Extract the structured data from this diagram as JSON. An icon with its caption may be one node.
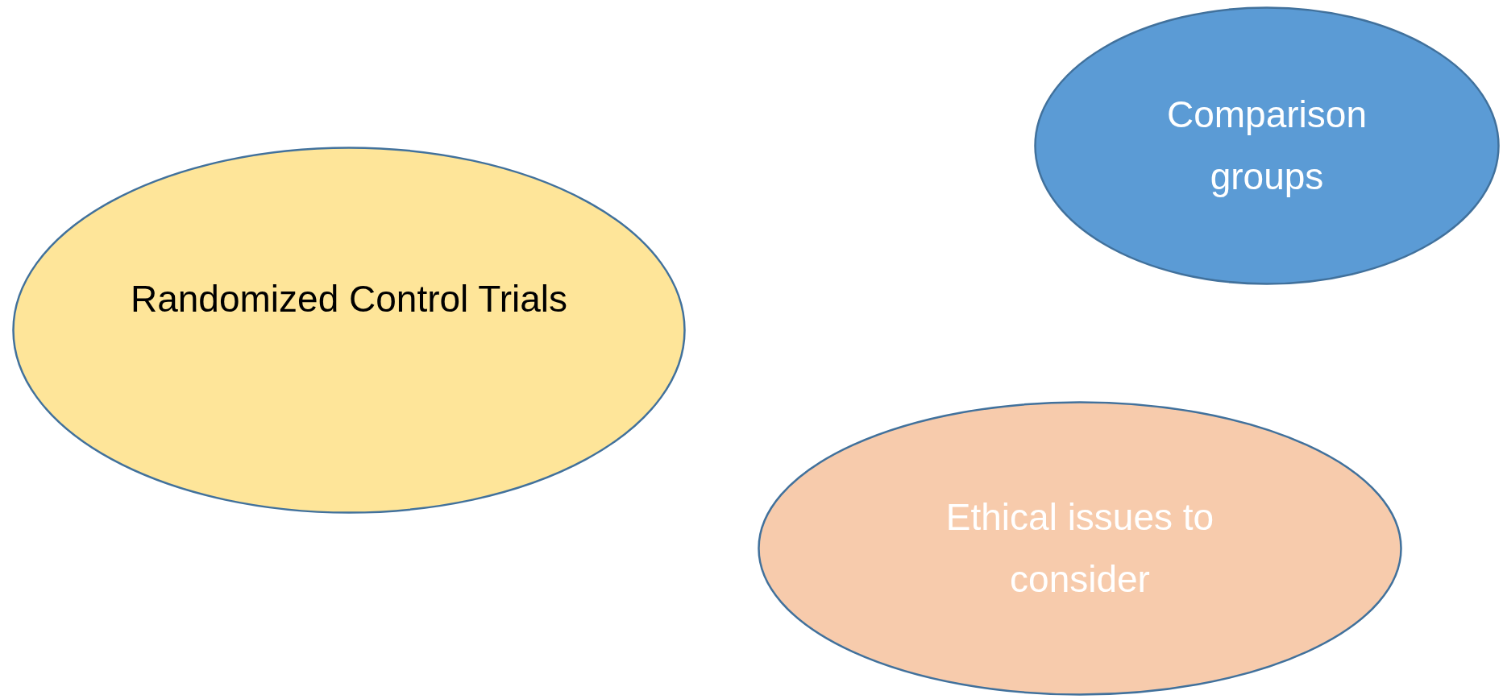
{
  "diagram": {
    "nodes": [
      {
        "text": [
          "Randomized Control Trials"
        ]
      },
      {
        "text": [
          "Comparison groups"
        ]
      },
      {
        "text": [
          "Ethical issues to consider"
        ]
      }
    ]
  }
}
